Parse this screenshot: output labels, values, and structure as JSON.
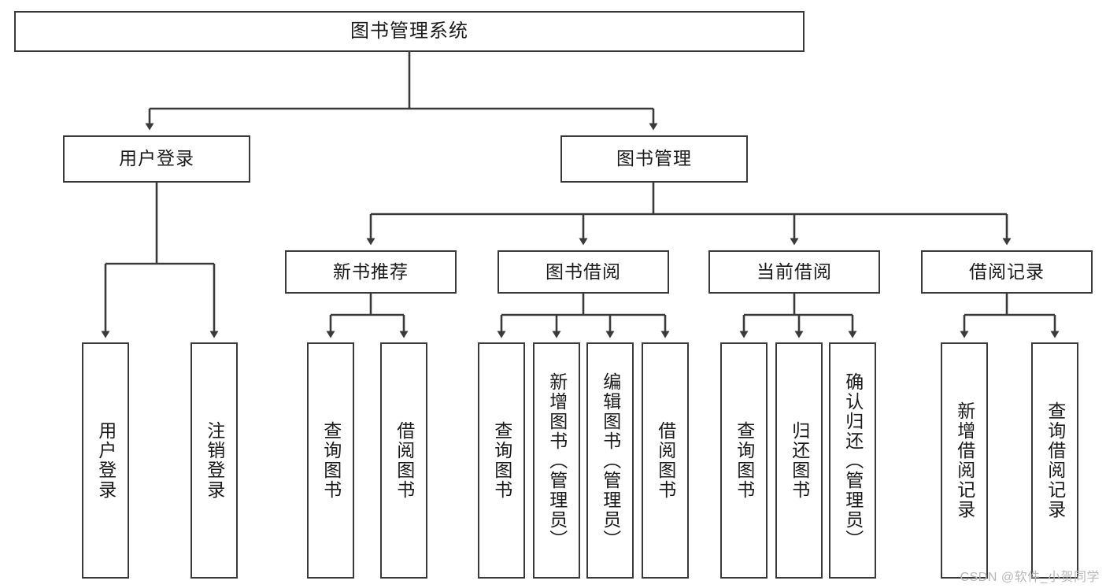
{
  "diagram": {
    "title": "图书管理系统",
    "watermark": "CSDN @软件_小贺同学",
    "type": "tree-hierarchy-chart",
    "colors": {
      "box_border": "#3a3a3a",
      "box_fill": "#ffffff",
      "connector": "#3a3a3a",
      "text": "#1a1a1a",
      "watermark": "#b8b8b8",
      "background": "#ffffff"
    },
    "root": {
      "label": "图书管理系统"
    },
    "level2": [
      {
        "label": "用户登录"
      },
      {
        "label": "图书管理"
      }
    ],
    "level3": [
      {
        "label": "新书推荐"
      },
      {
        "label": "图书借阅"
      },
      {
        "label": "当前借阅"
      },
      {
        "label": "借阅记录"
      }
    ],
    "leaves": {
      "user_login": [
        {
          "label": "用户登录"
        },
        {
          "label": "注销登录"
        }
      ],
      "new_book_recommend": [
        {
          "label": "查询图书"
        },
        {
          "label": "借阅图书"
        }
      ],
      "book_borrow": [
        {
          "label": "查询图书"
        },
        {
          "label": "新增图书（管理员）"
        },
        {
          "label": "编辑图书（管理员）"
        },
        {
          "label": "借阅图书"
        }
      ],
      "current_borrow": [
        {
          "label": "查询图书"
        },
        {
          "label": "归还图书"
        },
        {
          "label": "确认归还（管理员）"
        }
      ],
      "borrow_records": [
        {
          "label": "新增借阅记录"
        },
        {
          "label": "查询借阅记录"
        }
      ]
    }
  }
}
